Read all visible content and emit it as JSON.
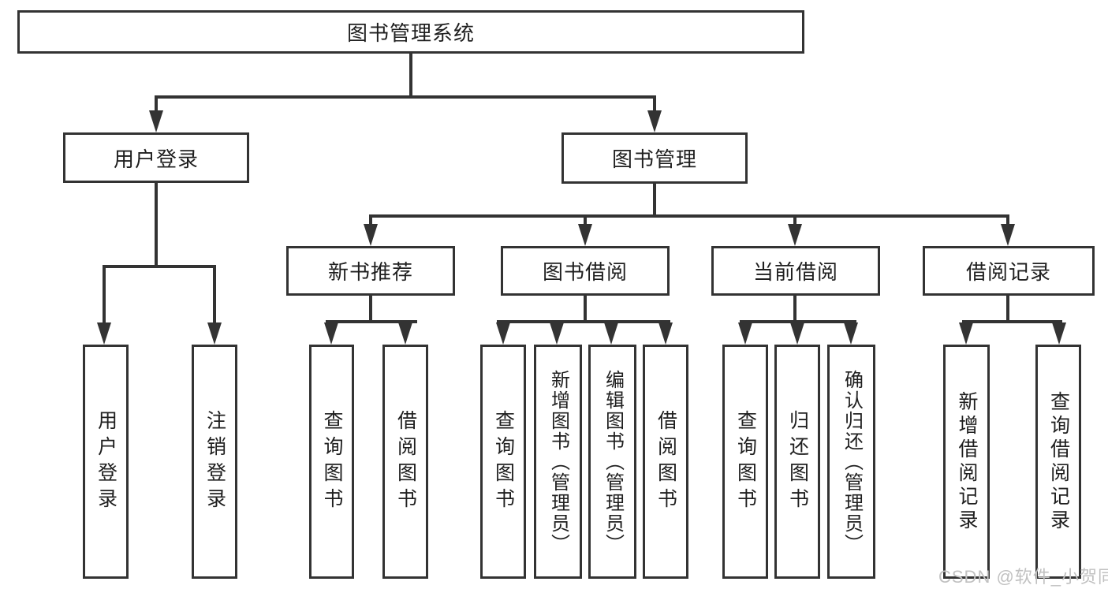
{
  "diagram_type": "functional-structure-tree",
  "colors": {
    "line": "#333333",
    "text": "#1f1f1f",
    "box_background": "#ffffff",
    "watermark": "#c1c1c1"
  },
  "watermark": {
    "text": "CSDN @软件_小贺同学"
  },
  "tree": {
    "root": {
      "label": "图书管理系统",
      "children": [
        {
          "label": "用户登录",
          "children": [
            {
              "label": "用户登录"
            },
            {
              "label": "注销登录"
            }
          ]
        },
        {
          "label": "图书管理",
          "children": [
            {
              "label": "新书推荐",
              "children": [
                {
                  "label": "查询图书"
                },
                {
                  "label": "借阅图书"
                }
              ]
            },
            {
              "label": "图书借阅",
              "children": [
                {
                  "label": "查询图书"
                },
                {
                  "label": "新增图书（管理员）"
                },
                {
                  "label": "编辑图书（管理员）"
                },
                {
                  "label": "借阅图书"
                }
              ]
            },
            {
              "label": "当前借阅",
              "children": [
                {
                  "label": "查询图书"
                },
                {
                  "label": "归还图书"
                },
                {
                  "label": "确认归还（管理员）"
                }
              ]
            },
            {
              "label": "借阅记录",
              "children": [
                {
                  "label": "新增借阅记录"
                },
                {
                  "label": "查询借阅记录"
                }
              ]
            }
          ]
        }
      ]
    }
  }
}
